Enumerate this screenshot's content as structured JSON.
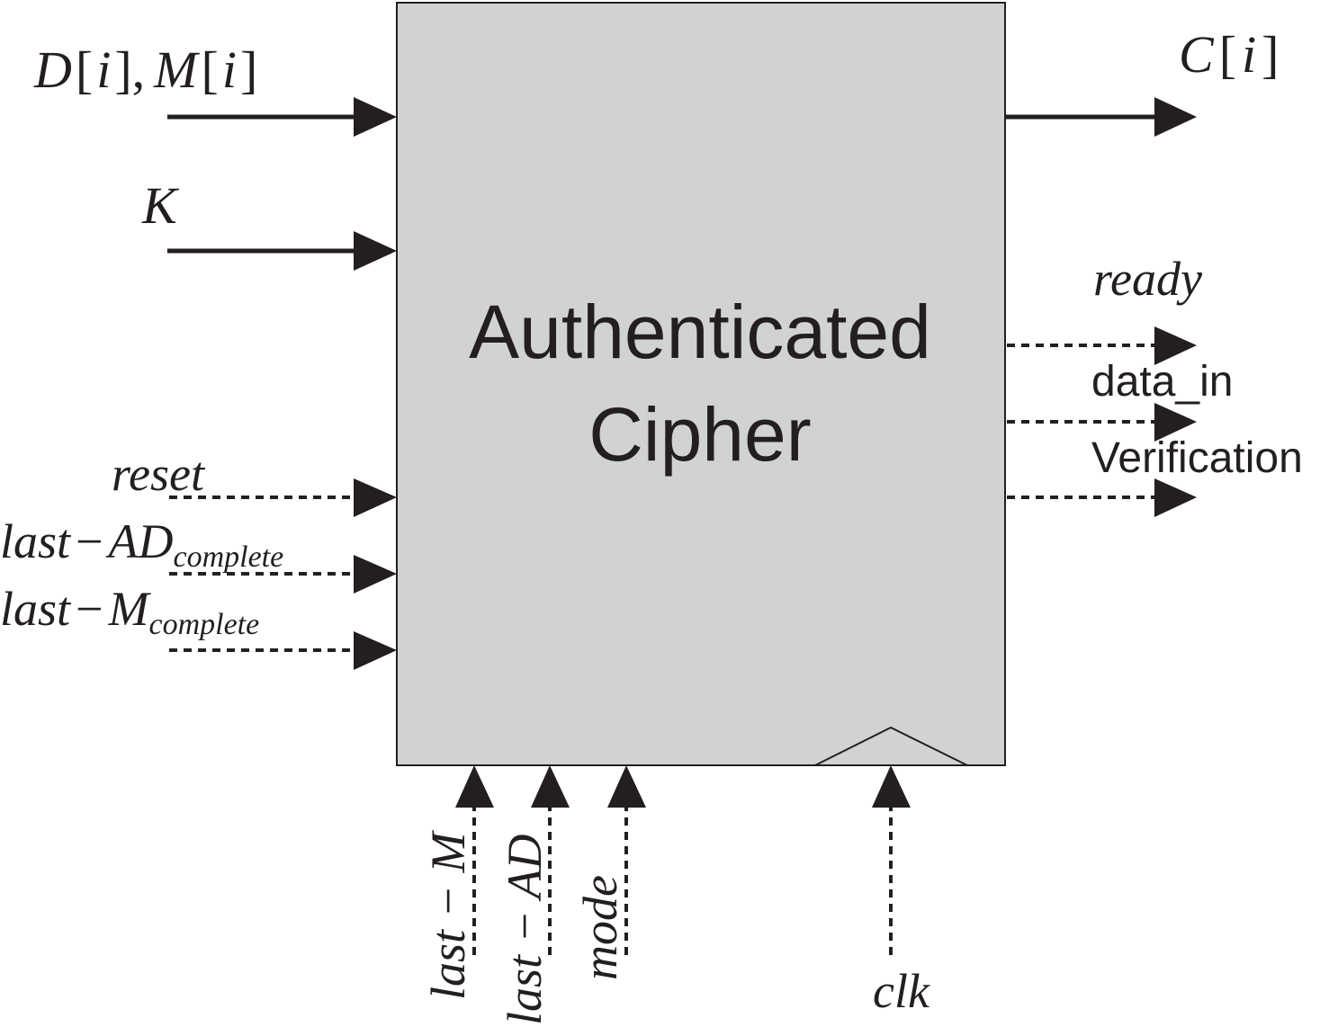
{
  "block": {
    "title_line1": "Authenticated",
    "title_line2": "Cipher",
    "fill_color": "#d1d2d4",
    "stroke_color": "#231f20"
  },
  "inputs_left": {
    "dm": {
      "main1": "D",
      "idx1": "i",
      "sep": ",",
      "main2": "M",
      "idx2": "i"
    },
    "key": "K",
    "reset": "reset",
    "last_ad_complete": {
      "main": "last",
      "minus": "−",
      "sym": "AD",
      "sub": "complete"
    },
    "last_m_complete": {
      "main": "last",
      "minus": "−",
      "sym": "M",
      "sub": "complete"
    }
  },
  "outputs_right": {
    "ciphertext": {
      "main": "C",
      "idx": "i"
    },
    "ready": "ready",
    "data_in": "data_in",
    "verification": "Verification"
  },
  "inputs_bottom": {
    "last_m": "last − M",
    "last_ad": "last − AD",
    "mode": "mode",
    "clk": "clk"
  }
}
